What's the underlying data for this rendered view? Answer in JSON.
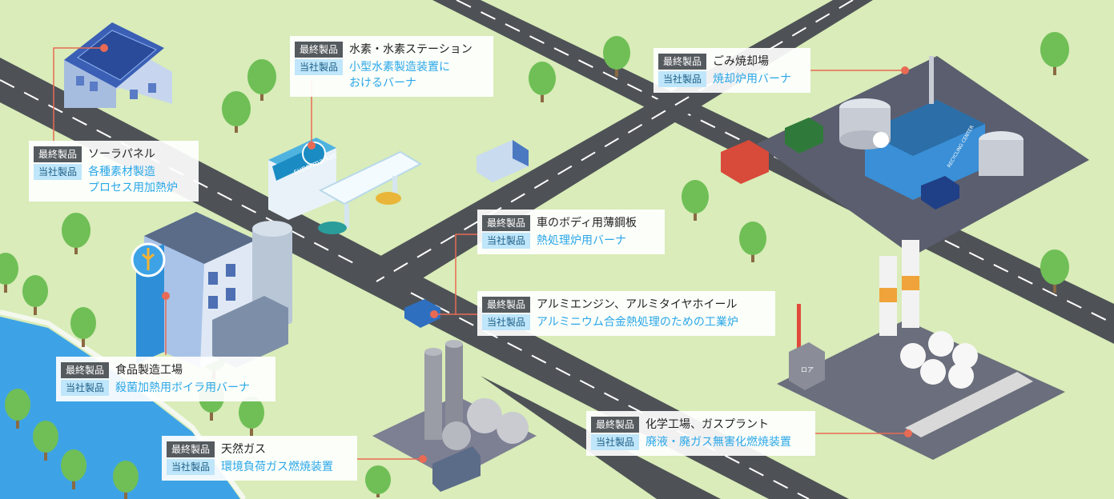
{
  "colors": {
    "ground": "#d9ecb9",
    "road": "#4e5256",
    "road_line": "#ffffff",
    "water": "#3ea3e6",
    "leader": "#e96a54",
    "final_tag": "#555a5e",
    "ours_tag": "#bfe6fa",
    "ours_text": "#2aa7e8"
  },
  "legend": {
    "final_label": "最終製品",
    "ours_label": "当社製品"
  },
  "callouts": [
    {
      "id": "solar",
      "final": "ソーラパネル",
      "ours": [
        "各種素材製造",
        "プロセス用加熱炉"
      ]
    },
    {
      "id": "hydrogen",
      "final": "水素・水素ステーション",
      "ours": [
        "小型水素製造装置に",
        "おけるバーナ"
      ]
    },
    {
      "id": "waste",
      "final": "ごみ焼却場",
      "ours": [
        "焼却炉用バーナ"
      ]
    },
    {
      "id": "body",
      "final": "車のボディ用薄鋼板",
      "ours": [
        "熱処理炉用バーナ"
      ]
    },
    {
      "id": "alumi",
      "final": "アルミエンジン、アルミタイヤホイール",
      "ours": [
        "アルミニウム合金熱処理のための工業炉"
      ]
    },
    {
      "id": "food",
      "final": "食品製造工場",
      "ours": [
        "殺菌加熱用ボイラ用バーナ"
      ]
    },
    {
      "id": "gas",
      "final": "天然ガス",
      "ours": [
        "環境負荷ガス燃焼装置"
      ]
    },
    {
      "id": "chem",
      "final": "化学工場、ガスプラント",
      "ours": [
        "廃液・廃ガス無害化燃焼装置"
      ]
    }
  ],
  "labels": {
    "supermarket_sign": "supermarket",
    "recycling_sign": "RECYCLING CENTER",
    "chem_sign": "ロア"
  },
  "icons": {
    "food_factory_logo": "wheat-icon",
    "recycle_logo": "recycle-icon"
  }
}
